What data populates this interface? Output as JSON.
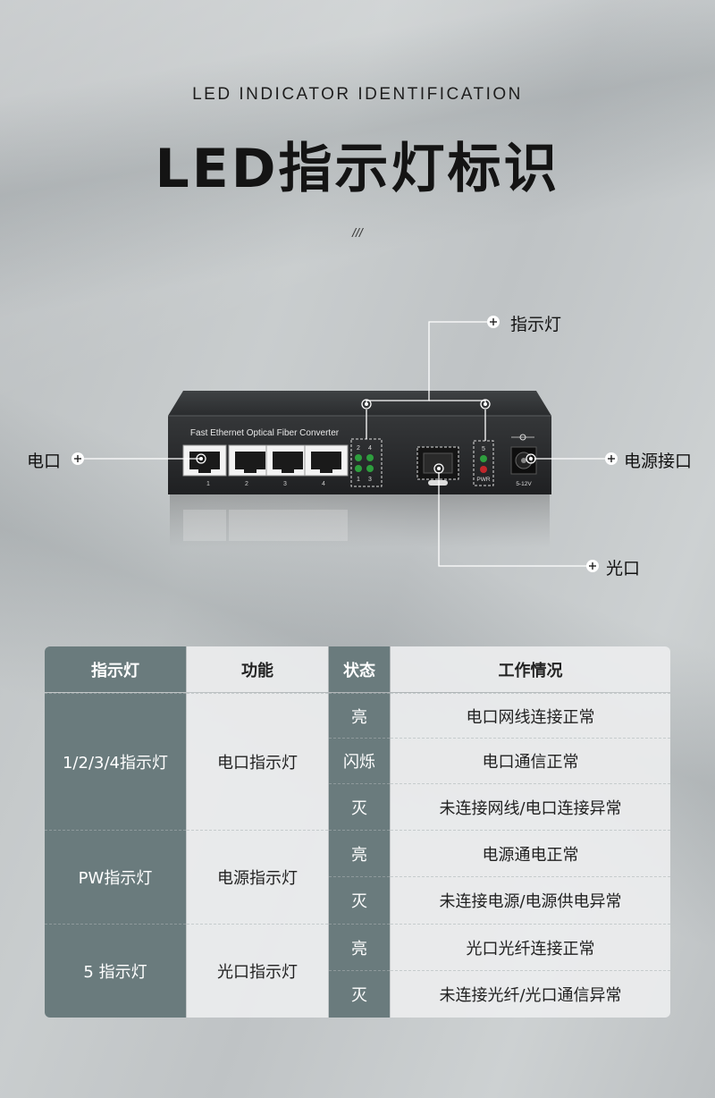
{
  "header": {
    "subtitle": "LED INDICATOR IDENTIFICATION",
    "title": "LED指示灯标识",
    "decoration": "///"
  },
  "device": {
    "label": "Fast Ethernet Optical Fiber Converter",
    "port_numbers": [
      "1",
      "2",
      "3",
      "4"
    ],
    "led_labels_top": [
      "2",
      "4"
    ],
    "led_labels_bottom": [
      "1",
      "3"
    ],
    "led5_label": "5",
    "pwr_label": "PWR",
    "power_label": "5-12V"
  },
  "callouts": {
    "indicator": "指示灯",
    "rj45": "电口",
    "power": "电源接口",
    "fiber": "光口"
  },
  "colors": {
    "table_dark": "#6a7b7d",
    "table_light": "#ecedee",
    "led_green": "#2e9e3e",
    "led_red": "#c0262b"
  },
  "table": {
    "headers": [
      "指示灯",
      "功能",
      "状态",
      "工作情况"
    ],
    "groups": [
      {
        "indicator": "1/2/3/4指示灯",
        "function": "电口指示灯",
        "rows": [
          {
            "state": "亮",
            "desc": "电口网线连接正常"
          },
          {
            "state": "闪烁",
            "desc": "电口通信正常"
          },
          {
            "state": "灭",
            "desc": "未连接网线/电口连接异常"
          }
        ]
      },
      {
        "indicator": "PW指示灯",
        "function": "电源指示灯",
        "rows": [
          {
            "state": "亮",
            "desc": "电源通电正常"
          },
          {
            "state": "灭",
            "desc": "未连接电源/电源供电异常"
          }
        ]
      },
      {
        "indicator": "5 指示灯",
        "function": "光口指示灯",
        "rows": [
          {
            "state": "亮",
            "desc": "光口光纤连接正常"
          },
          {
            "state": "灭",
            "desc": "未连接光纤/光口通信异常"
          }
        ]
      }
    ]
  }
}
